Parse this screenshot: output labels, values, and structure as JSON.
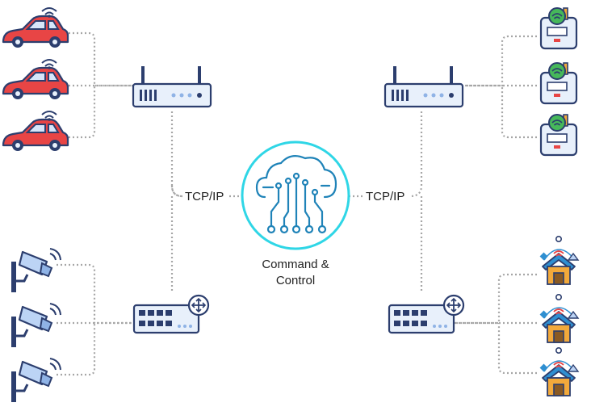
{
  "protocol_left": "TCP/IP",
  "protocol_right": "TCP/IP",
  "center_label_line1": "Command &",
  "center_label_line2": "Control",
  "colors": {
    "link": "#a6a6a6",
    "cloud_ring": "#2fd6e6",
    "cloud_stroke": "#1f83b8",
    "device_fill": "#e8f0fb",
    "device_stroke": "#2c3e6e",
    "car_body": "#e84545",
    "camera_body": "#bcd4f5",
    "house_roof": "#2f8fd1",
    "house_wall": "#f2a93b",
    "meter_led": "#46b85a"
  },
  "left_top_devices": [
    "car",
    "car",
    "car"
  ],
  "left_bottom_devices": [
    "camera",
    "camera",
    "camera"
  ],
  "right_top_devices": [
    "smart-meter",
    "smart-meter",
    "smart-meter"
  ],
  "right_bottom_devices": [
    "smart-home",
    "smart-home",
    "smart-home"
  ],
  "hubs": [
    "router",
    "router",
    "switch",
    "switch"
  ]
}
